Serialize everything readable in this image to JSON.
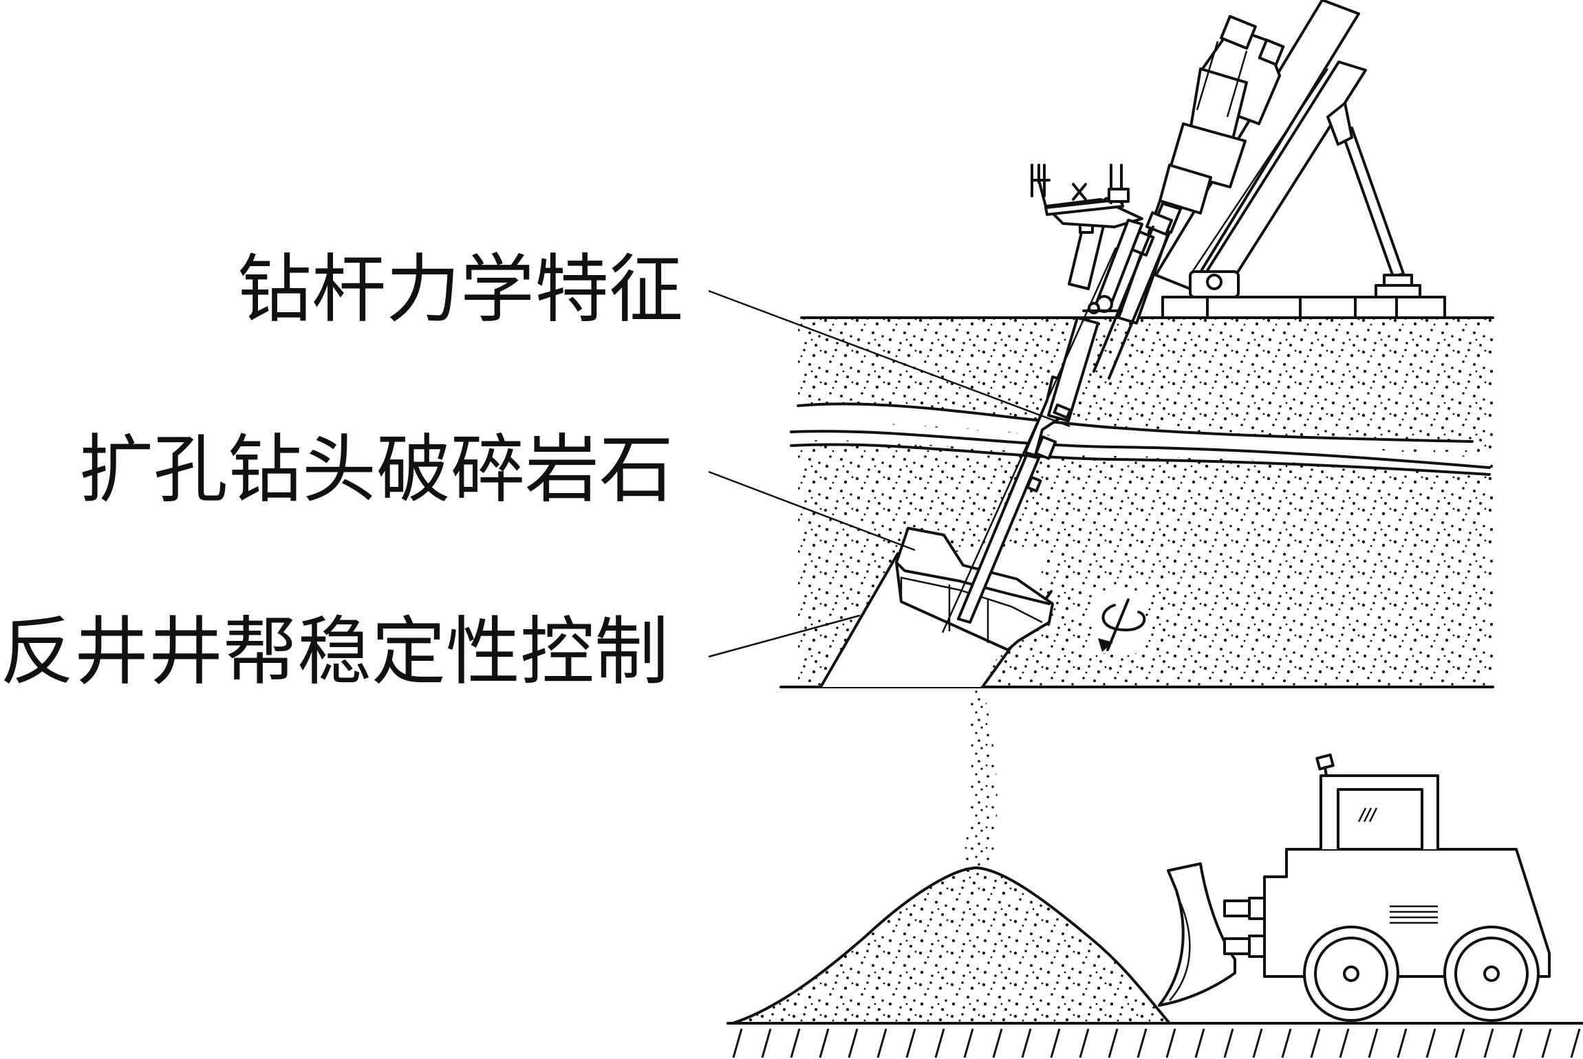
{
  "labels": {
    "drill_rod": "钻杆力学特征",
    "reamer": "扩孔钻头破碎岩石",
    "shaft_wall": "反井井帮稳定性控制"
  },
  "colors": {
    "ink": "#111111",
    "background": "#ffffff"
  },
  "icons": {
    "rotation": "rotation-arrow-icon",
    "loader": "wheel-loader-icon",
    "rig": "raise-boring-rig-icon"
  }
}
